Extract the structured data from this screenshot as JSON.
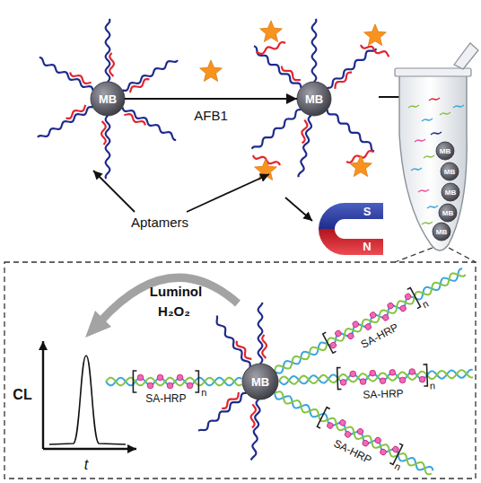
{
  "diagram": {
    "nodes": [
      {
        "text": [
          "MB"
        ]
      },
      {
        "text": [
          "MB"
        ]
      },
      {
        "text": [
          "MB"
        ]
      },
      {
        "text": [
          "MB"
        ]
      },
      {
        "text": [
          "MB"
        ]
      },
      {
        "text": [
          "MB"
        ]
      },
      {
        "text": [
          "MB"
        ]
      },
      {
        "text": [
          "S",
          "N"
        ]
      },
      {
        "text": [
          "MB"
        ]
      }
    ],
    "edges": [
      {
        "from": 0,
        "to": 1,
        "arrow": "to",
        "label": "AFB1"
      }
    ],
    "labels": [
      "Aptamers",
      "Luminol",
      "H₂O₂",
      "SA-HRP",
      "n",
      "SA-HRP",
      "n",
      "SA-HRP",
      "n",
      "SA-HRP",
      "n",
      "CL",
      "t"
    ]
  }
}
